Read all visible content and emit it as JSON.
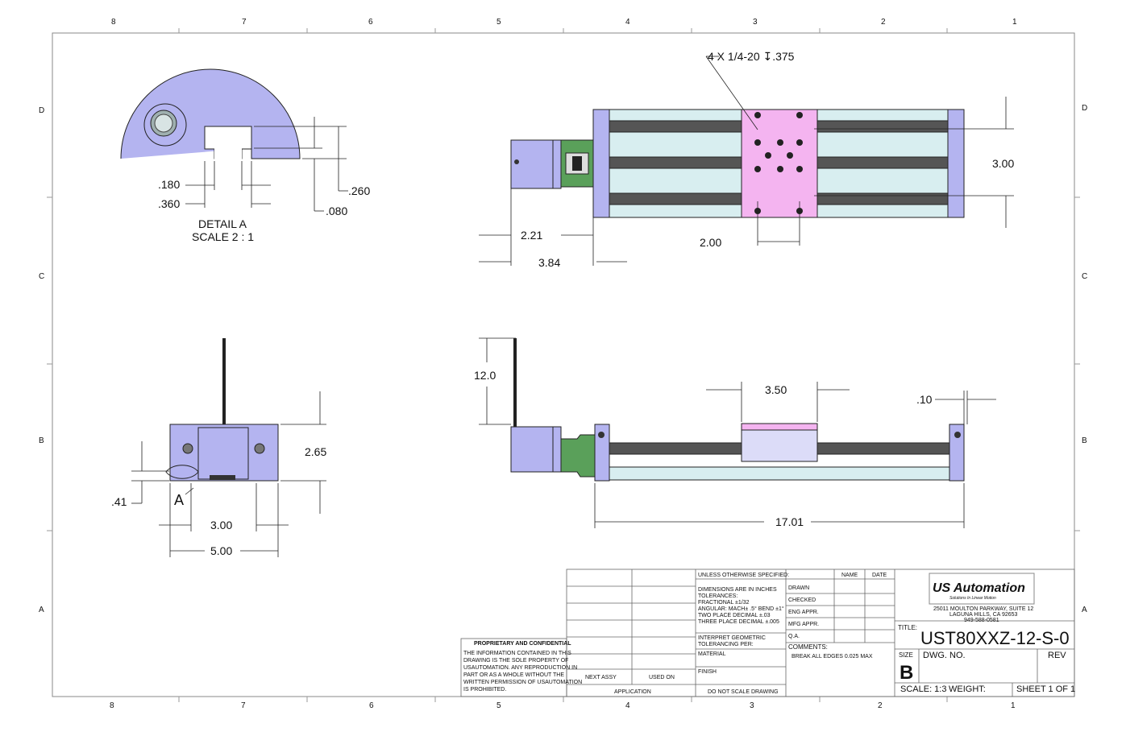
{
  "zones": {
    "columns": [
      "8",
      "7",
      "6",
      "5",
      "4",
      "3",
      "2",
      "1"
    ],
    "rows": [
      "D",
      "C",
      "B",
      "A"
    ]
  },
  "detail_a": {
    "caption": "DETAIL A",
    "scale": "SCALE 2 : 1",
    "dims": {
      "d180": ".180",
      "d360": ".360",
      "d260": ".260",
      "d080": ".080"
    }
  },
  "top_view": {
    "callout": "4 X 1/4-20 ↧.375",
    "dims": {
      "d221": "2.21",
      "d384": "3.84",
      "d200": "2.00",
      "d300": "3.00"
    }
  },
  "end_view": {
    "section_label": "A",
    "dims": {
      "d265": "2.65",
      "d041": ".41",
      "d300": "3.00",
      "d500": "5.00"
    }
  },
  "side_view": {
    "dims": {
      "d120": "12.0",
      "d350": "3.50",
      "d010": ".10",
      "d1701": "17.01"
    }
  },
  "title_block": {
    "proprietary_header": "PROPRIETARY AND CONFIDENTIAL",
    "proprietary_lines": [
      "THE INFORMATION CONTAINED IN THIS",
      "DRAWING IS THE SOLE PROPERTY OF",
      "USAUTOMATION. ANY REPRODUCTION IN",
      "PART OR AS A WHOLE WITHOUT THE",
      "WRITTEN PERMISSION OF USAUTOMATION",
      "IS PROHIBITED."
    ],
    "next_assy": "NEXT ASSY",
    "used_on": "USED ON",
    "application": "APPLICATION",
    "tolerance_header": "UNLESS OTHERWISE SPECIFIED:",
    "tolerance_lines": [
      "DIMENSIONS ARE IN INCHES",
      "TOLERANCES:",
      "FRACTIONAL ±1/32",
      "ANGULAR: MACH± .5°  BEND ±1°",
      "TWO PLACE DECIMAL  ±.03",
      "THREE PLACE DECIMAL ±.005"
    ],
    "interpret": [
      "INTERPRET GEOMETRIC",
      "TOLERANCING PER:"
    ],
    "material": "MATERIAL",
    "finish": "FINISH",
    "do_not_scale": "DO NOT SCALE DRAWING",
    "col_name": "NAME",
    "col_date": "DATE",
    "rows": [
      "DRAWN",
      "CHECKED",
      "ENG APPR.",
      "MFG APPR.",
      "Q.A."
    ],
    "comments_label": "COMMENTS:",
    "comments": "BREAK ALL EDGES 0.025 MAX",
    "logo_text": "Automation",
    "logo_prefix": "US",
    "logo_tagline": "Solutions In Linear Motion",
    "address": [
      "25011 MOULTON PARKWAY, SUITE 12",
      "LAGUNA HILLS, CA 92653",
      "949-588-0581"
    ],
    "title_label": "TITLE:",
    "title": "UST80XXZ-12-S-0",
    "size_label": "SIZE",
    "size": "B",
    "dwg_no_label": "DWG.  NO.",
    "rev_label": "REV",
    "scale": "SCALE: 1:3",
    "weight": "WEIGHT:",
    "sheet": "SHEET 1 OF 1"
  },
  "colors": {
    "body": "#b4b4f0",
    "carriage": "#f4b4f0",
    "coupler": "#5aa05a",
    "rail": "#d8eef0",
    "rod": "#555555"
  }
}
